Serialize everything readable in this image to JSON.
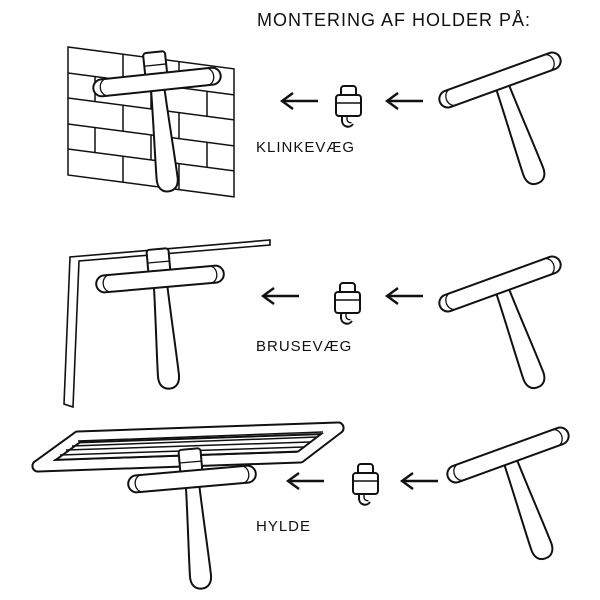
{
  "title": "MONTERING AF HOLDER PÅ:",
  "rows": [
    {
      "label": "KLINKEVÆG",
      "surface": "tiled-wall"
    },
    {
      "label": "BRUSEVÆG",
      "surface": "shower-glass-wall"
    },
    {
      "label": "HYLDE",
      "surface": "shelf"
    }
  ],
  "icons": {
    "arrow": "arrow-left-icon",
    "holder": "holder-clip-icon",
    "squeegee": "squeegee-icon"
  },
  "colors": {
    "line": "#111111",
    "background": "#ffffff"
  }
}
